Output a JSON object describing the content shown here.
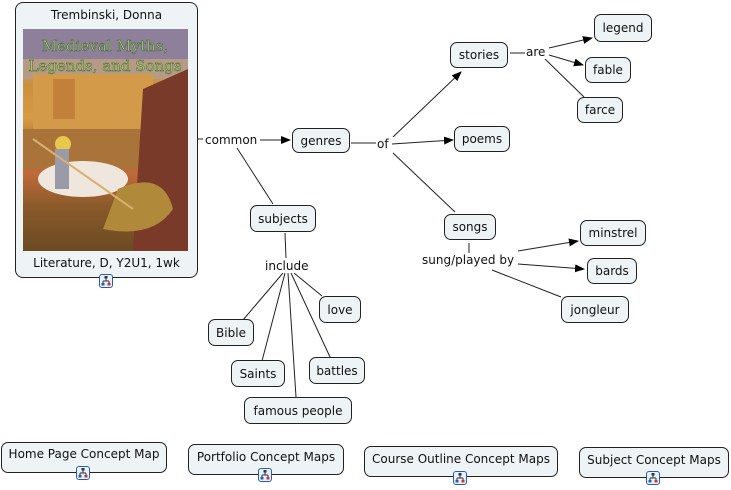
{
  "main_node": {
    "author": "Trembinski, Donna",
    "book_title_line1": "Medieval Myths,",
    "book_title_line2": "Legends, and Songs",
    "footer": "Literature, D, Y2U1, 1wk",
    "icon": "concept-map-icon"
  },
  "linking_phrases": {
    "common": "common",
    "of": "of",
    "are": "are",
    "include": "include",
    "sung_played_by": "sung/played by"
  },
  "concepts": {
    "genres": "genres",
    "stories": "stories",
    "poems": "poems",
    "songs": "songs",
    "legend": "legend",
    "fable": "fable",
    "farce": "farce",
    "minstrel": "minstrel",
    "bards": "bards",
    "jongleur": "jongleur",
    "subjects": "subjects",
    "bible": "Bible",
    "love": "love",
    "saints": "Saints",
    "battles": "battles",
    "famous_people": "famous people"
  },
  "nav_nodes": [
    {
      "label": "Home Page Concept Map",
      "icon": "concept-map-icon"
    },
    {
      "label": "Portfolio Concept Maps",
      "icon": "concept-map-icon"
    },
    {
      "label": "Course Outline Concept Maps",
      "icon": "concept-map-icon"
    },
    {
      "label": "Subject Concept Maps",
      "icon": "concept-map-icon"
    }
  ],
  "colors": {
    "node_fill": "#eef3f5",
    "node_border": "#222222",
    "icon_border": "#2a5caa"
  }
}
